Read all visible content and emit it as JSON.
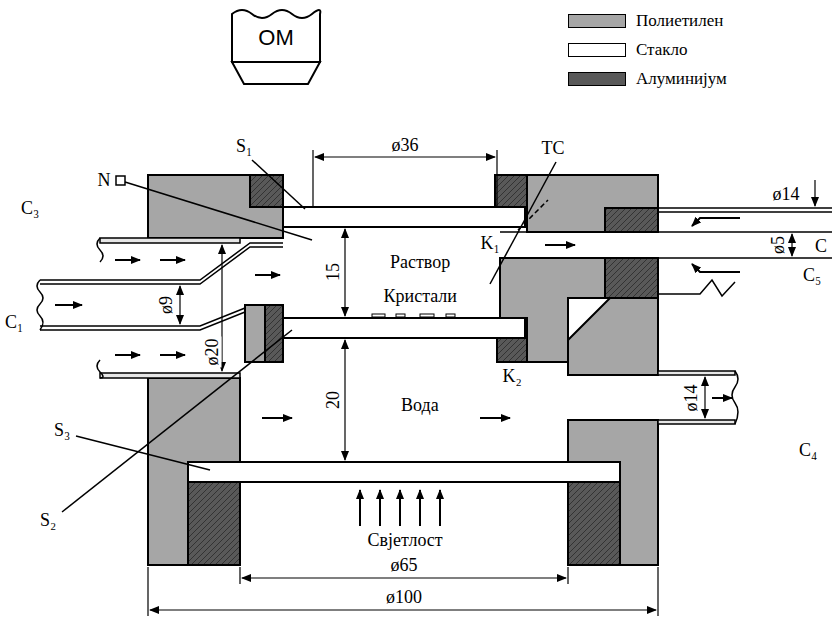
{
  "diagram": {
    "nodes": [
      {
        "text": [
          "ОМ"
        ]
      }
    ],
    "labels": [
      "S₁",
      "N",
      "ø36",
      "TC",
      "ø14",
      "C₃",
      "15",
      "Раствор",
      "K₁",
      "ø5",
      "C",
      "C₁",
      "ø9",
      "ø20",
      "Кристали",
      "C₅",
      "K₂",
      "S₂",
      "20",
      "Вода",
      "ø14",
      "C₄",
      "S₃",
      "Свјетлост",
      "ø65",
      "ø100"
    ],
    "legend": [
      {
        "text": "Полиетилен",
        "color": "#a6a6a6"
      },
      {
        "text": "Стакло",
        "color": "#ffffff"
      },
      {
        "text": "Алуминијум",
        "color": "#595959"
      }
    ]
  }
}
